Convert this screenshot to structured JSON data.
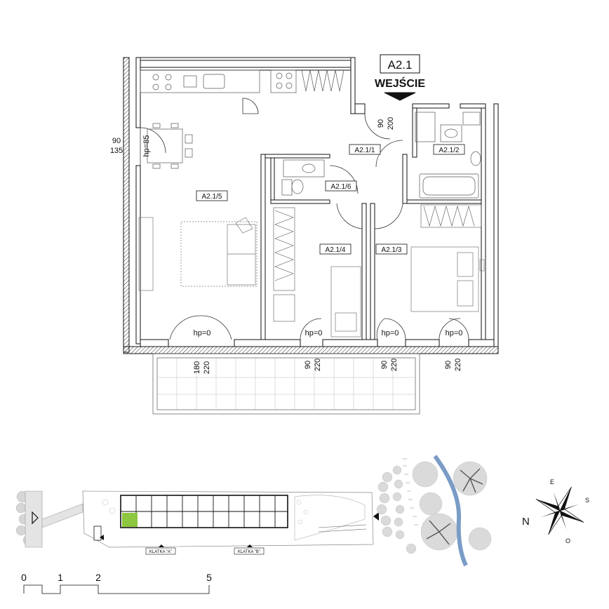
{
  "apartment": {
    "id": "A2.1",
    "entrance_label": "WEJŚCIE",
    "entrance_door": {
      "width": "90",
      "height": "200"
    }
  },
  "rooms": [
    {
      "id": "A2.1/1"
    },
    {
      "id": "A2.1/2"
    },
    {
      "id": "A2.1/3"
    },
    {
      "id": "A2.1/4"
    },
    {
      "id": "A2.1/5"
    },
    {
      "id": "A2.1/6"
    }
  ],
  "openings": {
    "window_left": {
      "width": "90",
      "height": "135",
      "sill": "hp=85"
    },
    "balcony_door": {
      "width": "180",
      "height": "220",
      "sill": "hp=0"
    },
    "door_room4": {
      "width": "90",
      "height": "220",
      "sill": "hp=0"
    },
    "door_room3": {
      "width": "90",
      "height": "220",
      "sill": "hp=0"
    },
    "door_room2": {
      "width": "90",
      "height": "220",
      "sill": "hp=0"
    }
  },
  "site_plan": {
    "stair_a": "KLATKA \"A\"",
    "stair_b": "KLATKA \"B\"",
    "compass": {
      "n": "N",
      "e": "E",
      "s": "S",
      "w": "O"
    }
  },
  "scale_bar": {
    "ticks": [
      "0",
      "1",
      "2",
      "5"
    ]
  },
  "colors": {
    "highlight": "#8dc63f",
    "river": "#7a9cc6",
    "wall": "#111111"
  }
}
